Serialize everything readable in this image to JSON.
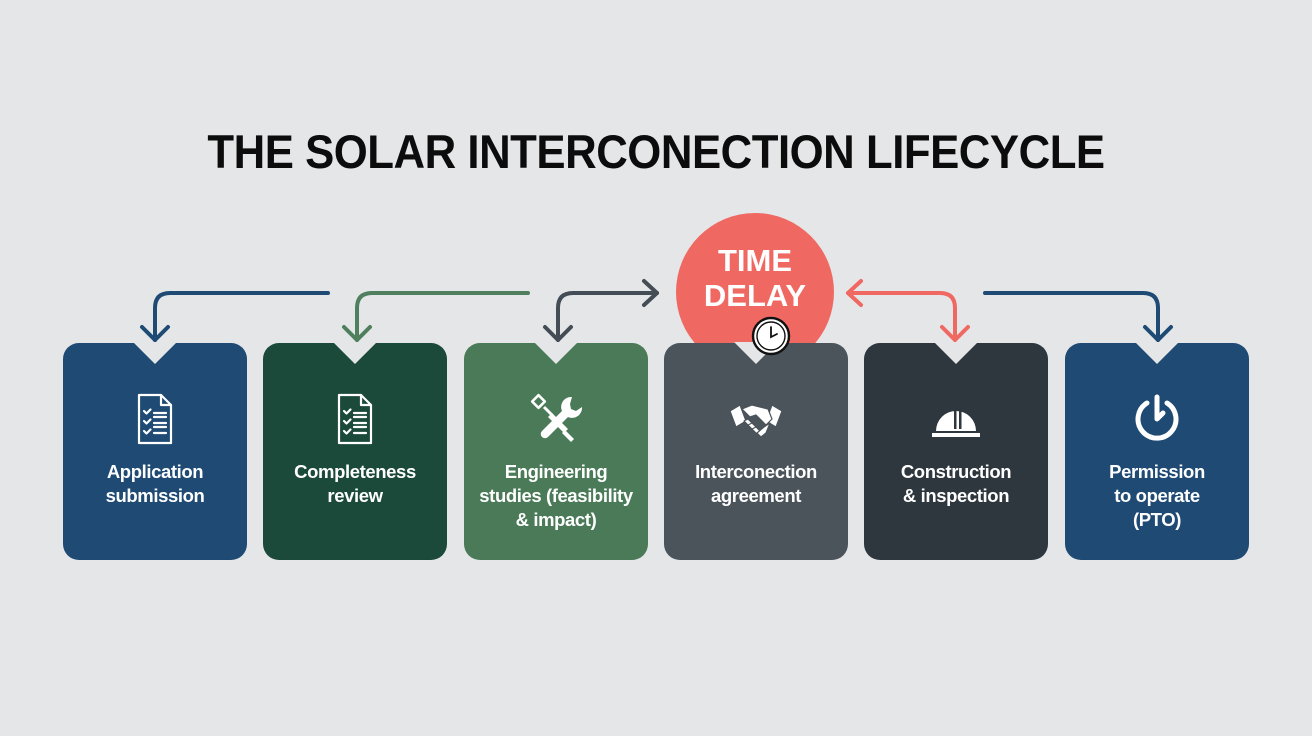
{
  "title": "THE SOLAR INTERCONECTION LIFECYCLE",
  "time_delay": {
    "line1": "TIME",
    "line2": "DELAY",
    "color": "#ef6962",
    "icon": "clock-icon"
  },
  "colors": {
    "background": "#e5e6e8",
    "navy": "#1e4a74",
    "dark_green": "#1c4a3a",
    "mid_green": "#4a7a57",
    "slate": "#4b535b",
    "charcoal": "#2e363e",
    "delay_red": "#ef6962"
  },
  "steps": [
    {
      "label": "Application submission",
      "lines": [
        "Application",
        "submission"
      ],
      "icon": "checklist-document-icon",
      "color": "#1e4a74"
    },
    {
      "label": "Completeness review",
      "lines": [
        "Completeness",
        "review"
      ],
      "icon": "checklist-document-icon",
      "color": "#1c4a3a"
    },
    {
      "label": "Engineering studies (feasibility & impact)",
      "lines": [
        "Engineering",
        "studies (feasibility",
        "& impact)"
      ],
      "icon": "wrench-screwdriver-icon",
      "color": "#4a7a57"
    },
    {
      "label": "Interconection agreement",
      "lines": [
        "Interconection",
        "agreement"
      ],
      "icon": "handshake-icon",
      "color": "#4b535b"
    },
    {
      "label": "Construction & inspection",
      "lines": [
        "Construction",
        "& inspection"
      ],
      "icon": "hard-hat-icon",
      "color": "#2e363e"
    },
    {
      "label": "Permission to operate (PTO)",
      "lines": [
        "Permission",
        "to operate",
        "(PTO)"
      ],
      "icon": "power-icon",
      "color": "#1e4a74"
    }
  ],
  "arrows": [
    {
      "from": "right",
      "to": "step-1",
      "color": "#1e4a74"
    },
    {
      "from": "right",
      "to": "step-2",
      "color": "#4a7a57"
    },
    {
      "from": "step-3",
      "to": "time-delay",
      "bidirectional": true,
      "color": "#444c55"
    },
    {
      "from": "time-delay",
      "to": "step-5",
      "bidirectional": true,
      "color": "#ef6962"
    },
    {
      "from": "left",
      "to": "step-6",
      "color": "#1e4a74"
    }
  ]
}
